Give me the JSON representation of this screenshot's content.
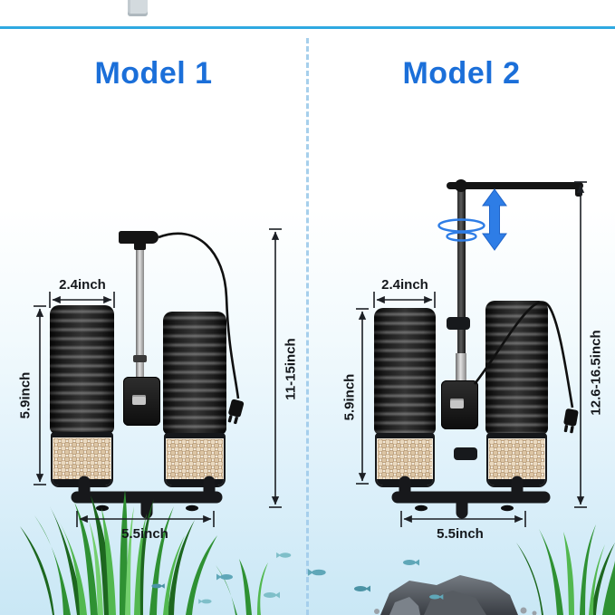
{
  "panels": [
    {
      "title": "Model 1",
      "width_label": "2.4inch",
      "sponge_height_label": "5.9inch",
      "base_width_label": "5.5inch",
      "total_height_label": "11-15inch"
    },
    {
      "title": "Model 2",
      "width_label": "2.4inch",
      "sponge_height_label": "5.9inch",
      "base_width_label": "5.5inch",
      "total_height_label": "12.6-16.5inch"
    }
  ],
  "colors": {
    "title_blue": "#1b6fd9",
    "top_line_blue": "#2fa9e1",
    "divider_blue": "#a6cfec",
    "adjust_arrow_blue": "#2e7de6",
    "dimension_text": "#15181c",
    "plant_green": "#2f9133",
    "fish_teal": "#5fa7b8"
  }
}
